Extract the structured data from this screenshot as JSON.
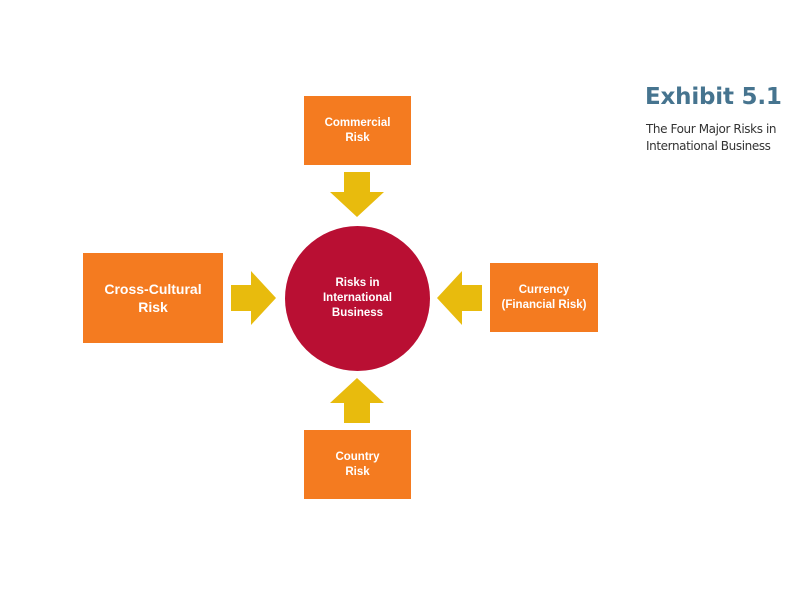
{
  "colors": {
    "box": "#f47b20",
    "circle": "#b90f33",
    "arrow": "#e8bb0d",
    "heading": "#46748f"
  },
  "exhibit": {
    "number": "Exhibit 5.1",
    "caption_lines": [
      "The Four Major Risks in",
      "International Business"
    ]
  },
  "center": {
    "lines": [
      "Risks in",
      "International",
      "Business"
    ]
  },
  "boxes": {
    "commercial": {
      "lines": [
        "Commercial",
        "Risk"
      ]
    },
    "cross_cultural": {
      "lines": [
        "Cross-Cultural",
        "Risk"
      ]
    },
    "currency": {
      "lines": [
        "Currency",
        "(Financial Risk)"
      ]
    },
    "country": {
      "lines": [
        "Country",
        "Risk"
      ]
    }
  },
  "arrows": {
    "top": "down-arrow",
    "left": "right-arrow",
    "right": "left-arrow",
    "bottom": "up-arrow"
  }
}
